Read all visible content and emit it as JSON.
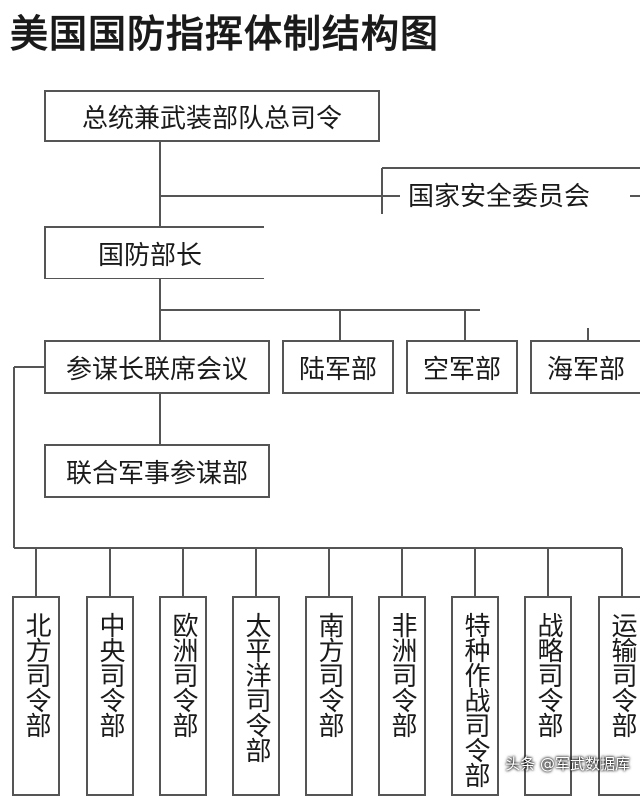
{
  "title": "美国国防指挥体制结构图",
  "nodes": {
    "president": "总统兼武装部队总司令",
    "nsc": "国家安全委员会",
    "secdef": "国防部长",
    "jcs": "参谋长联席会议",
    "army": "陆军部",
    "airforce": "空军部",
    "navy": "海军部",
    "joint_staff": "联合军事参谋部"
  },
  "commands": [
    "北方司令部",
    "中央司令部",
    "欧洲司令部",
    "太平洋司令部",
    "南方司令部",
    "非洲司令部",
    "特种作战司令部",
    "战略司令部",
    "运输司令部"
  ],
  "watermark": "头条 @军武数据库",
  "colors": {
    "line": "#555555",
    "text": "#1a1a1a"
  }
}
